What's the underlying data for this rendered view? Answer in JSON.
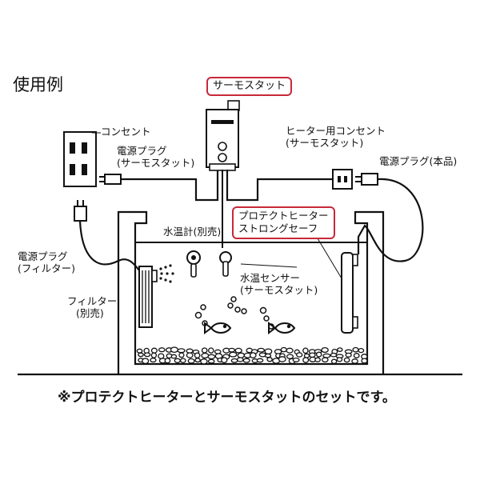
{
  "title": "使用例",
  "labels": {
    "thermostat": "サーモスタット",
    "outlet": "コンセント",
    "power_plug_thermo_line1": "電源プラグ",
    "power_plug_thermo_line2": "(サーモスタット)",
    "heater_outlet_line1": "ヒーター用コンセント",
    "heater_outlet_line2": "(サーモスタット)",
    "power_plug_main": "電源プラグ(本品)",
    "power_plug_filter_line1": "電源プラグ",
    "power_plug_filter_line2": "(フィルター)",
    "water_thermometer": "水温計(別売)",
    "heater_line1": "プロテクトヒーター",
    "heater_line2": "ストロングセーフ",
    "sensor_line1": "水温センサー",
    "sensor_line2": "(サーモスタット)",
    "filter_line1": "フィルター",
    "filter_line2": "(別売)"
  },
  "caption": "※プロテクトヒーターとサーモスタットのセットです。",
  "colors": {
    "highlight": "#c8283a",
    "line": "#111111"
  }
}
